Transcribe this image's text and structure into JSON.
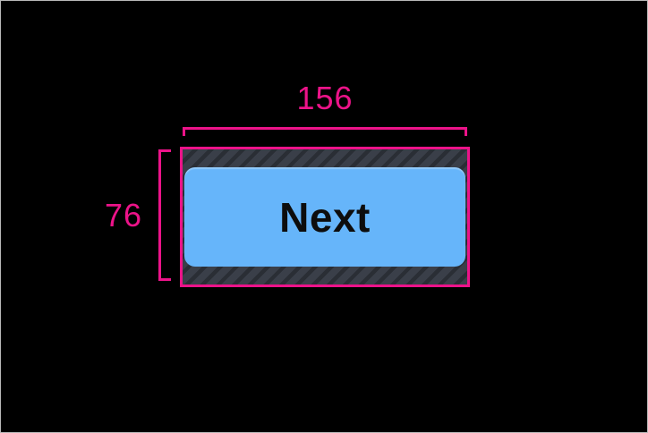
{
  "theme": {
    "canvas_bg": "#000000",
    "canvas_border": "#b9b9b9",
    "annotation": "#ec1389",
    "hatch_base": "#3a3f49",
    "hatch_stripe": "#2a2e35",
    "button_bg": "#66b5fa",
    "button_text": "#0d0d0d"
  },
  "annotations": {
    "width": {
      "label": "156"
    },
    "height": {
      "label": "76"
    }
  },
  "button": {
    "label": "Next"
  }
}
